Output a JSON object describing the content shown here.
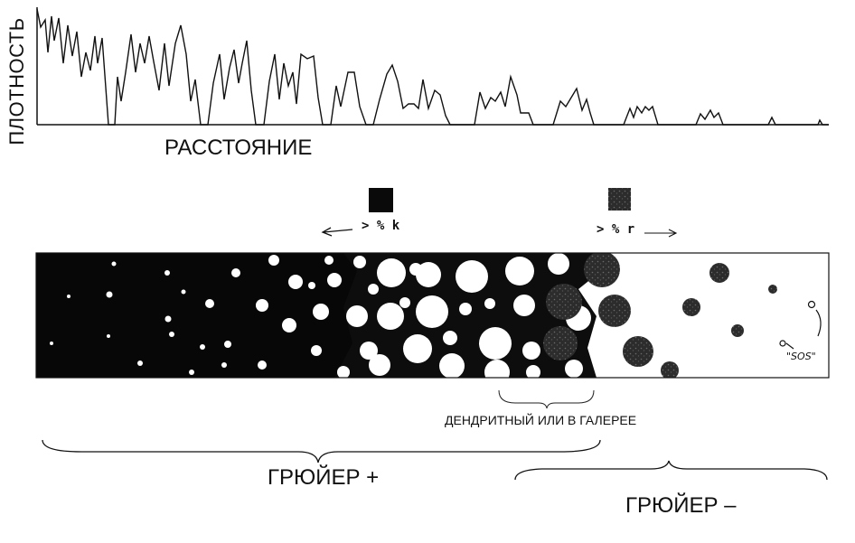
{
  "density_plot": {
    "y_label": "ПЛОТНОСТЬ",
    "x_label": "РАССТОЯНИЕ"
  },
  "legend": {
    "k_label": "> % k",
    "k_arrow": "←",
    "r_label": "> % r",
    "r_arrow": "→",
    "k_color": "#0a0a0a",
    "r_color": "#3a3a3a"
  },
  "strip": {
    "dendritic_label": "ДЕНДРИТНЫЙ ИЛИ В ГАЛЕРЕЕ",
    "sos_label": "\"SOS\""
  },
  "regions": {
    "gruyere_plus": "ГРЮЙЕР +",
    "gruyere_minus": "ГРЮЙЕР –"
  }
}
